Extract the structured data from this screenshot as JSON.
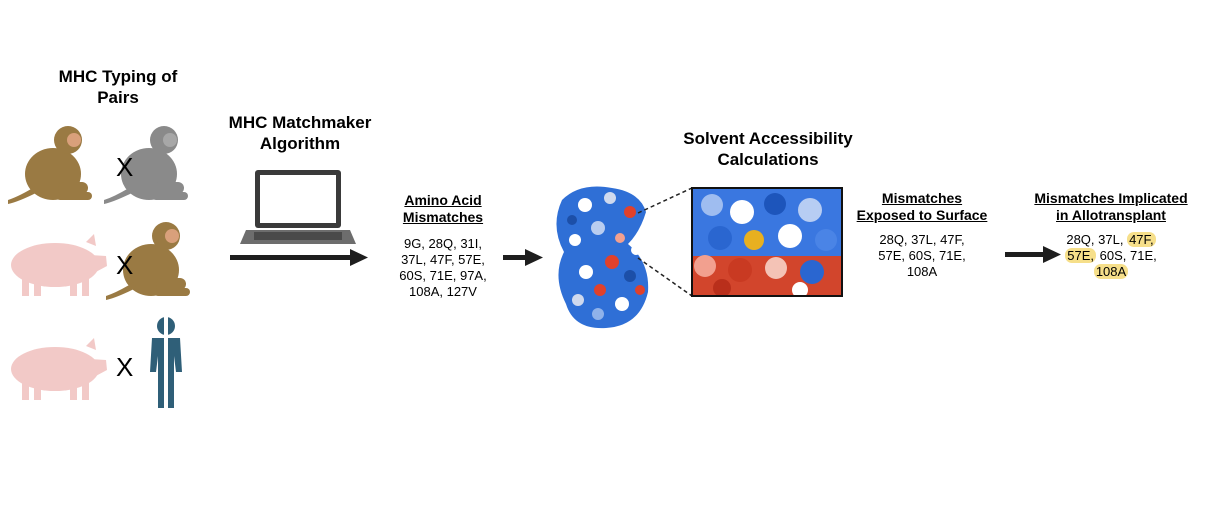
{
  "typing": {
    "title_l1": "MHC Typing of",
    "title_l2": "Pairs",
    "x_symbol": "X"
  },
  "algorithm": {
    "title_l1": "MHC Matchmaker",
    "title_l2": "Algorithm"
  },
  "amino": {
    "heading_l1": "Amino Acid",
    "heading_l2": "Mismatches",
    "lines": [
      "9G, 28Q, 31I,",
      "37L, 47F, 57E,",
      "60S, 71E, 97A,",
      "108A, 127V"
    ]
  },
  "solvent": {
    "title_l1": "Solvent Accessibility",
    "title_l2": "Calculations"
  },
  "exposed": {
    "heading_l1": "Mismatches",
    "heading_l2": "Exposed to Surface",
    "lines": [
      "28Q,  37L, 47F,",
      "57E, 60S, 71E,",
      "108A"
    ]
  },
  "implicated": {
    "heading_l1": "Mismatches Implicated",
    "heading_l2": "in Allotransplant",
    "l1_a": "28Q,  37L,",
    "l1_hl": "47F,",
    "l2_hl": "57E,",
    "l2_b": "60S, 71E,",
    "l3_hl": "108A"
  },
  "colors": {
    "monkey": "#9a7a43",
    "monkey_gray": "#8a8a8a",
    "pig": "#f2c9c7",
    "human": "#2f5f78",
    "highlight": "#f6df8a",
    "arrow": "#1e1e1e"
  },
  "icons": [
    "monkey-icon",
    "gray-monkey-icon",
    "pig-icon",
    "human-icon",
    "laptop-icon",
    "protein-icon",
    "protein-zoom-icon"
  ]
}
